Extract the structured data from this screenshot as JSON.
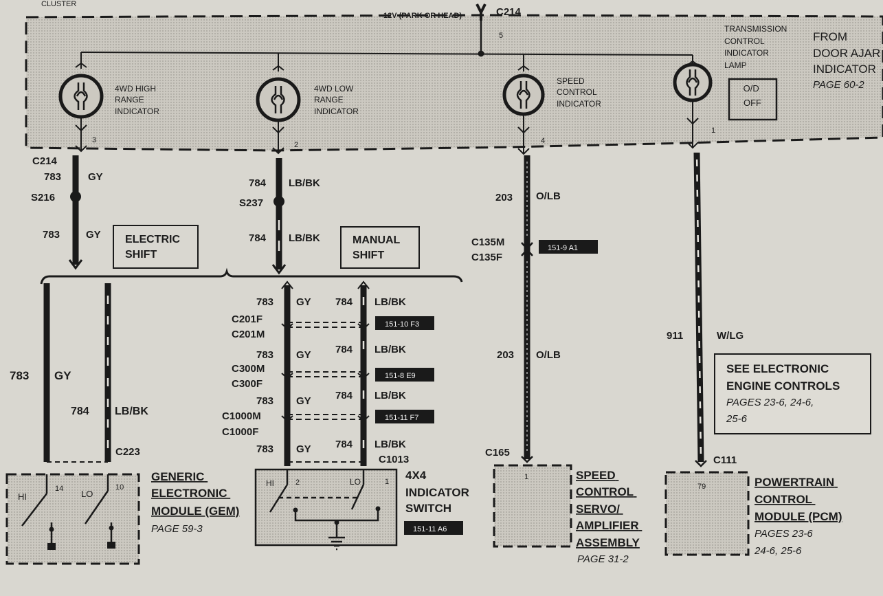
{
  "top": {
    "supply_label": "12V (PARK OR HEAD)",
    "connector": "C214",
    "pin": "5",
    "top_partial": "CLUSTER"
  },
  "lamps": {
    "high": {
      "lines": [
        "4WD HIGH",
        "RANGE",
        "INDICATOR"
      ],
      "pin": "3"
    },
    "low": {
      "lines": [
        "4WD LOW",
        "RANGE",
        "INDICATOR"
      ],
      "pin": "2"
    },
    "speed": {
      "lines": [
        "SPEED",
        "CONTROL",
        "INDICATOR"
      ],
      "pin": "4"
    },
    "trans": {
      "lines": [
        "TRANSMISSION",
        "CONTROL",
        "INDICATOR",
        "LAMP"
      ],
      "pin": "1"
    },
    "od_off": [
      "O/D",
      "OFF"
    ]
  },
  "door_ajar": {
    "lines": [
      "FROM",
      "DOOR AJAR",
      "INDICATOR"
    ],
    "page": "PAGE 60-2"
  },
  "wires": {
    "c214": "C214",
    "w783": "783",
    "gy": "GY",
    "w784": "784",
    "lbbk": "LB/BK",
    "w203": "203",
    "olb": "O/LB",
    "w911": "911",
    "wlg": "W/LG",
    "s216": "S216",
    "s237": "S237"
  },
  "boxes": {
    "electric": [
      "ELECTRIC",
      "SHIFT"
    ],
    "manual": [
      "MANUAL",
      "SHIFT"
    ],
    "eec": {
      "lines": [
        "SEE ELECTRONIC",
        "ENGINE CONTROLS"
      ],
      "pages": [
        "PAGES 23-6, 24-6,",
        "25-6"
      ]
    }
  },
  "connectors": {
    "c135m": "C135M",
    "c135f": "C135F",
    "loc1": "151-9  A1",
    "c201f": "C201F",
    "c201m": "C201M",
    "loc2": "151-10  F3",
    "c300m": "C300M",
    "c300f": "C300F",
    "loc3": "151-8  E9",
    "c1000m": "C1000M",
    "c1000f": "C1000F",
    "loc4": "151-11  F7",
    "c223": "C223",
    "c1013": "C1013",
    "c165": "C165",
    "c111": "C111"
  },
  "components": {
    "gem": {
      "lines": [
        "GENERIC",
        "ELECTRONIC",
        "MODULE (GEM)"
      ],
      "page": "PAGE 59-3",
      "hi": "HI",
      "lo": "LO",
      "p1": "14",
      "p2": "10"
    },
    "switch": {
      "lines": [
        "4X4",
        "INDICATOR",
        "SWITCH"
      ],
      "loc": "151-11  A6",
      "hi": "HI",
      "lo": "LO",
      "p1": "2",
      "p2": "1"
    },
    "servo": {
      "lines": [
        "SPEED",
        "CONTROL",
        "SERVO/",
        "AMPLIFIER",
        "ASSEMBLY"
      ],
      "page": "PAGE 31-2",
      "pin": "1"
    },
    "pcm": {
      "lines": [
        "POWERTRAIN",
        "CONTROL",
        "MODULE (PCM)"
      ],
      "pages": [
        "PAGES 23-6",
        "24-6, 25-6"
      ],
      "pin": "79"
    }
  }
}
